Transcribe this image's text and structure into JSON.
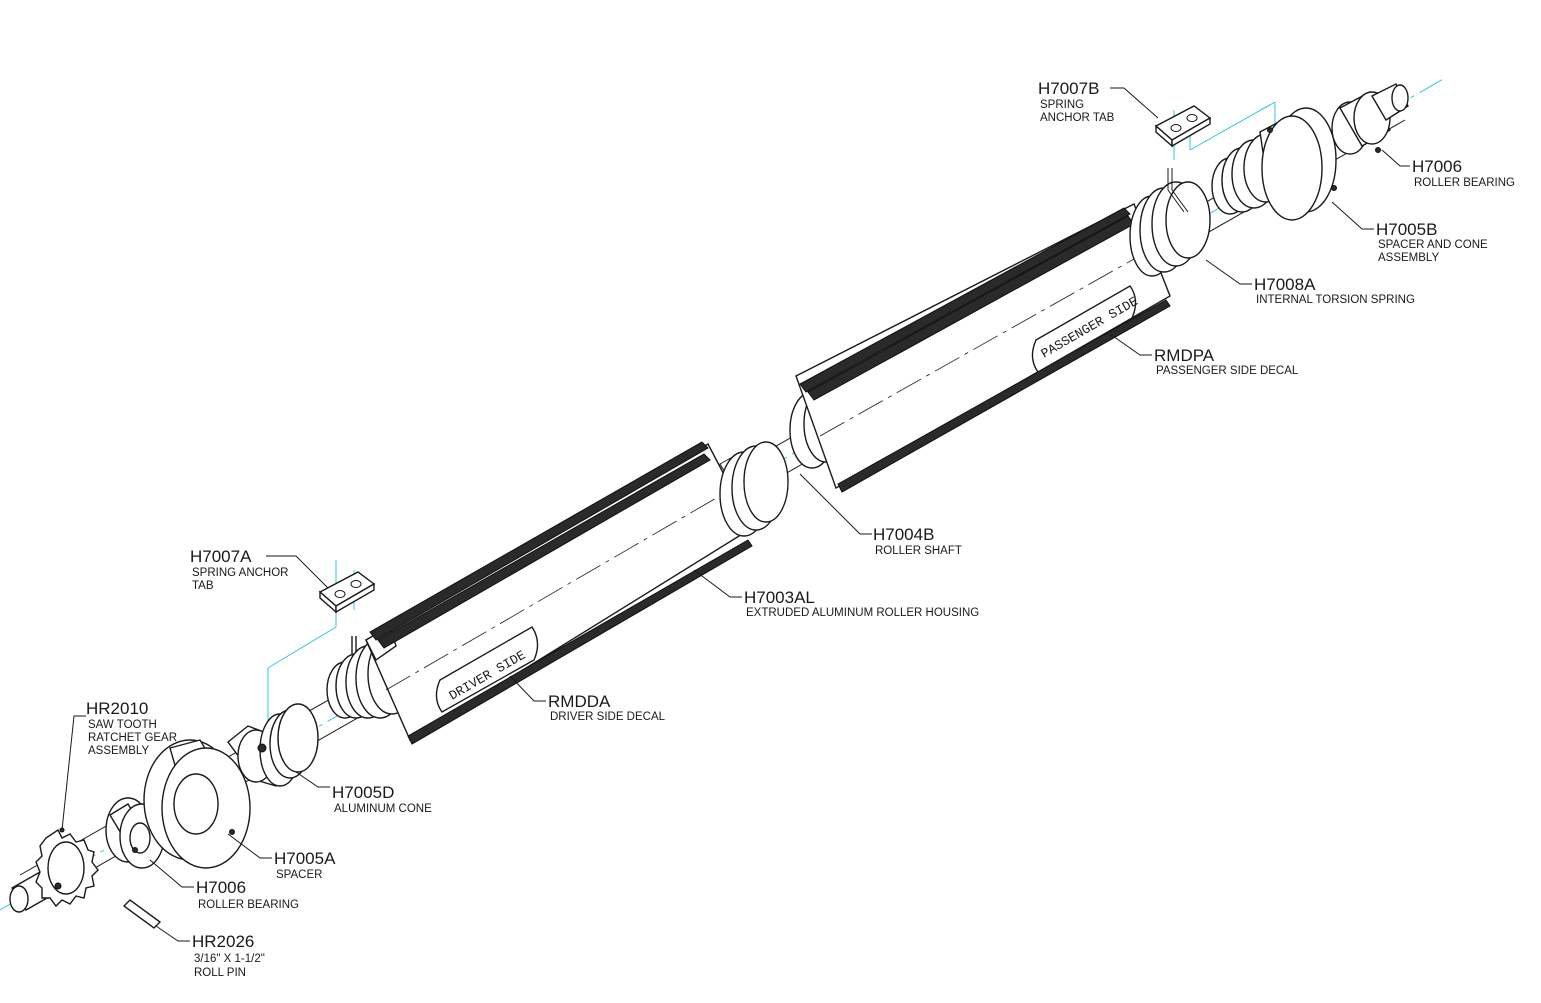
{
  "callouts": {
    "h7007b": {
      "part": "H7007B",
      "desc": [
        "SPRING",
        "ANCHOR TAB"
      ]
    },
    "h7006_top": {
      "part": "H7006",
      "desc": [
        "ROLLER BEARING"
      ]
    },
    "h7005b": {
      "part": "H7005B",
      "desc": [
        "SPACER AND CONE",
        "ASSEMBLY"
      ]
    },
    "h7008a": {
      "part": "H7008A",
      "desc": [
        "INTERNAL TORSION SPRING"
      ]
    },
    "rmdpa": {
      "part": "RMDPA",
      "desc": [
        "PASSENGER SIDE DECAL"
      ]
    },
    "h7004b": {
      "part": "H7004B",
      "desc": [
        "ROLLER SHAFT"
      ]
    },
    "h7003al": {
      "part": "H7003AL",
      "desc": [
        "EXTRUDED ALUMINUM ROLLER HOUSING"
      ]
    },
    "h7007a": {
      "part": "H7007A",
      "desc": [
        "SPRING ANCHOR",
        "TAB"
      ]
    },
    "rmdda": {
      "part": "RMDDA",
      "desc": [
        "DRIVER SIDE DECAL"
      ]
    },
    "hr2010": {
      "part": "HR2010",
      "desc": [
        "SAW TOOTH",
        "RATCHET GEAR",
        "ASSEMBLY"
      ]
    },
    "h7005d": {
      "part": "H7005D",
      "desc": [
        "ALUMINUM CONE"
      ]
    },
    "h7005a": {
      "part": "H7005A",
      "desc": [
        "SPACER"
      ]
    },
    "h7006_bottom": {
      "part": "H7006",
      "desc": [
        "ROLLER BEARING"
      ]
    },
    "hr2026": {
      "part": "HR2026",
      "desc": [
        "3/16\" X 1-1/2\"",
        "ROLL PIN"
      ]
    }
  },
  "decals": {
    "driver": "DRIVER SIDE",
    "passenger": "PASSENGER SIDE"
  },
  "colors": {
    "centerline": "#2ec8dc",
    "linework": "#1a1a1a"
  }
}
